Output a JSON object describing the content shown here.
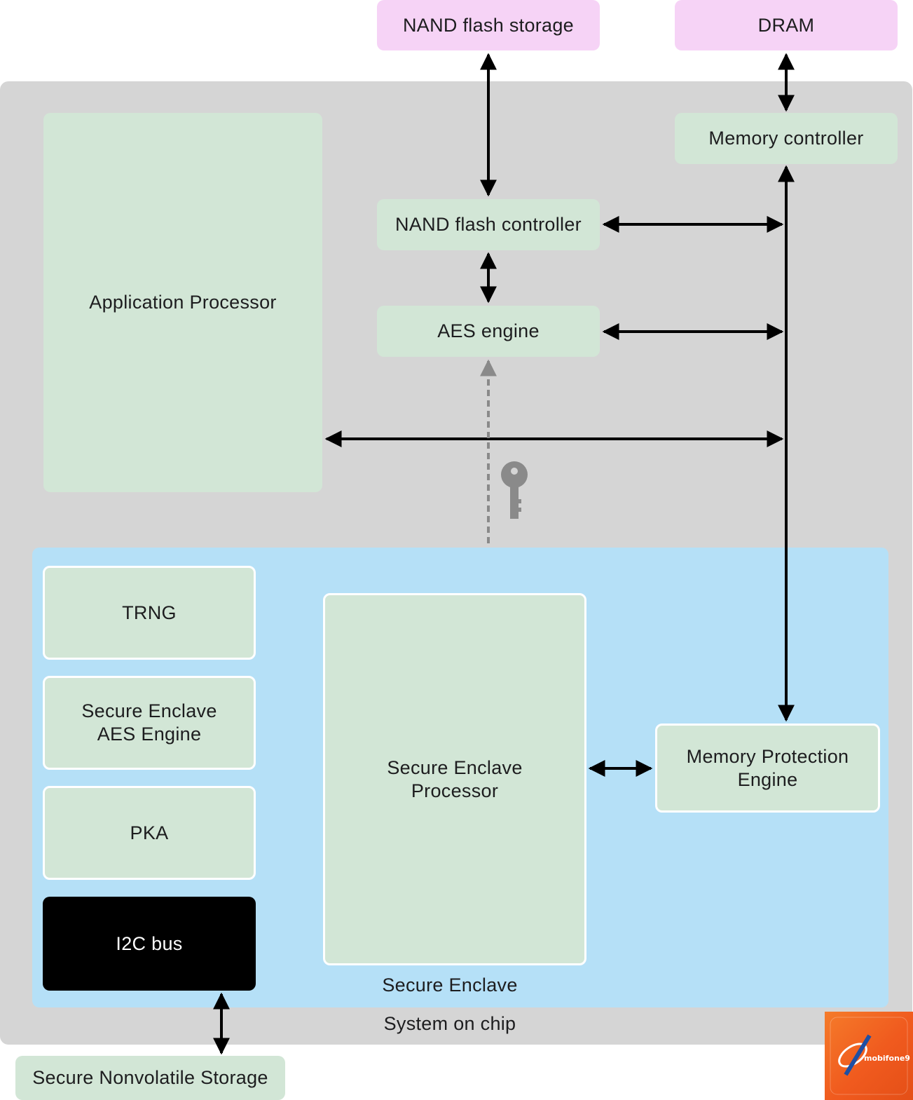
{
  "external": {
    "nand_storage": "NAND flash storage",
    "dram": "DRAM",
    "secure_nonvolatile_storage": "Secure Nonvolatile Storage"
  },
  "soc": {
    "label": "System on chip",
    "application_processor": "Application Processor",
    "memory_controller": "Memory controller",
    "nand_controller": "NAND flash controller",
    "aes_engine": "AES engine"
  },
  "secure_enclave": {
    "label": "Secure Enclave",
    "trng": "TRNG",
    "se_aes_engine": "Secure Enclave\nAES Engine",
    "pka": "PKA",
    "i2c_bus": "I2C bus",
    "processor": "Secure Enclave\nProcessor",
    "memory_protection_engine": "Memory Protection\nEngine"
  },
  "icons": {
    "key": "key-icon",
    "watermark": "mobifone9-logo"
  },
  "watermark": {
    "text": "mobifone9"
  },
  "colors": {
    "external_box": "#f6d3f6",
    "component_box": "#d2e6d6",
    "soc_background": "#d5d5d5",
    "secure_enclave_background": "#b5e0f7",
    "i2c_box": "#000000",
    "arrow": "#000000",
    "key_path": "#8a8a8a"
  }
}
